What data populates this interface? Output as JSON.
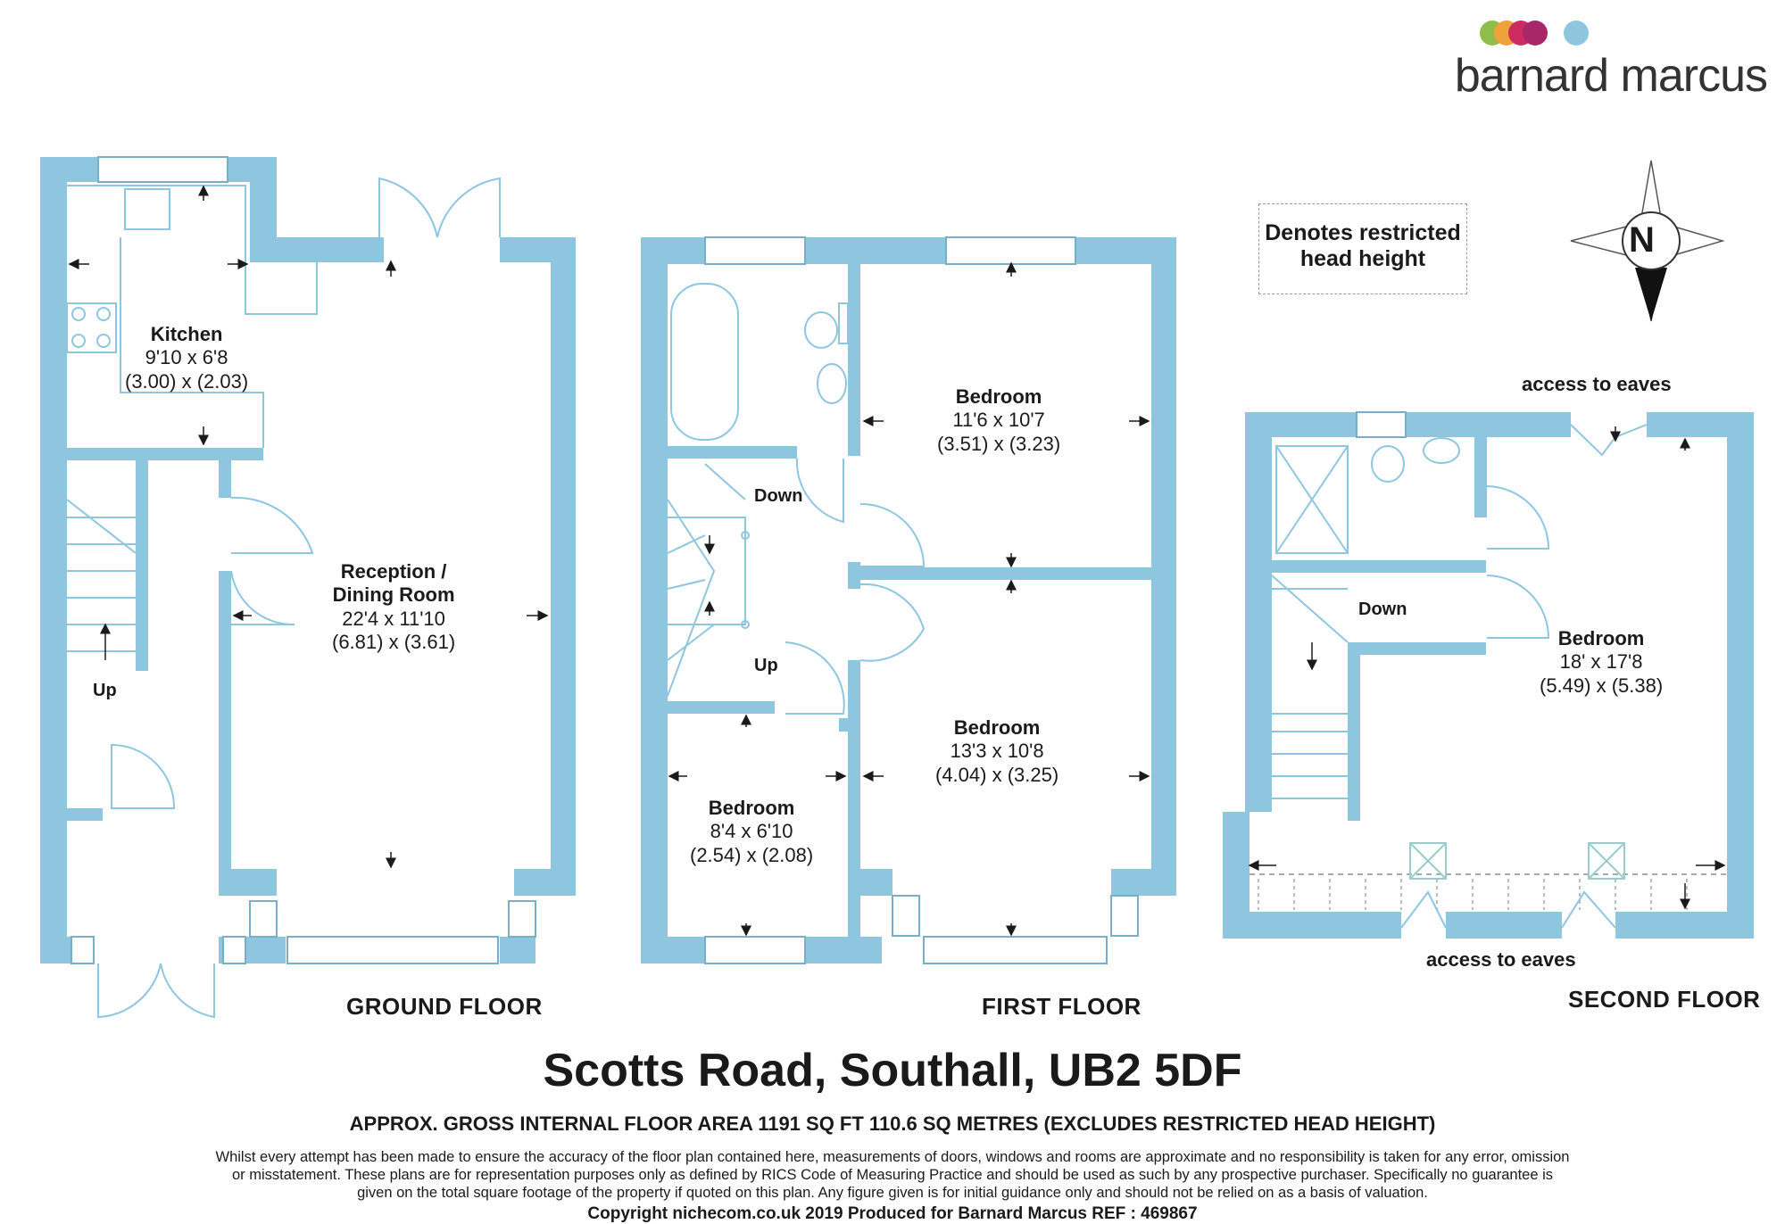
{
  "brand": {
    "name": "barnard marcus",
    "dot_colors": [
      "#8fbd4a",
      "#f0a23a",
      "#cc2c5f",
      "#a6286a",
      "#8ec6e0"
    ]
  },
  "colors": {
    "wall": "#8ec6e0",
    "text": "#1a1a1a"
  },
  "legend": {
    "text": "Denotes restricted head height"
  },
  "compass": {
    "label": "N"
  },
  "ground_floor": {
    "label": "GROUND FLOOR",
    "kitchen": {
      "name": "Kitchen",
      "imperial": "9'10 x 6'8",
      "metric": "(3.00) x (2.03)"
    },
    "reception": {
      "name_line1": "Reception /",
      "name_line2": "Dining Room",
      "imperial": "22'4 x 11'10",
      "metric": "(6.81) x (3.61)"
    },
    "stairs_label": "Up"
  },
  "first_floor": {
    "label": "FIRST FLOOR",
    "bedroom_rear": {
      "name": "Bedroom",
      "imperial": "11'6 x 10'7",
      "metric": "(3.51) x (3.23)"
    },
    "bedroom_front": {
      "name": "Bedroom",
      "imperial": "13'3 x 10'8",
      "metric": "(4.04) x (3.25)"
    },
    "bedroom_small": {
      "name": "Bedroom",
      "imperial": "8'4 x 6'10",
      "metric": "(2.54) x (2.08)"
    },
    "down_label": "Down",
    "up_label": "Up"
  },
  "second_floor": {
    "label": "SECOND FLOOR",
    "bedroom": {
      "name": "Bedroom",
      "imperial": "18' x 17'8",
      "metric": "(5.49) x (5.38)"
    },
    "down_label": "Down",
    "eaves_top": "access to eaves",
    "eaves_bottom": "access to eaves"
  },
  "footer": {
    "title": "Scotts Road, Southall, UB2 5DF",
    "area": "APPROX. GROSS INTERNAL FLOOR AREA 1191 SQ FT 110.6 SQ METRES (EXCLUDES RESTRICTED HEAD HEIGHT)",
    "disclaimer": "Whilst every attempt has been made to ensure the accuracy of the floor plan contained here, measurements of doors, windows and rooms are approximate and no responsibility is taken for any error, omission or misstatement. These plans are for representation purposes only as defined by RICS Code of Measuring Practice and should be used as such by any prospective purchaser. Specifically no guarantee is given on the total square footage of the property if quoted on this plan. Any figure given is for initial guidance only and should not be relied on as a basis of valuation.",
    "copyright": "Copyright nichecom.co.uk 2019    Produced for Barnard Marcus   REF : 469867"
  }
}
